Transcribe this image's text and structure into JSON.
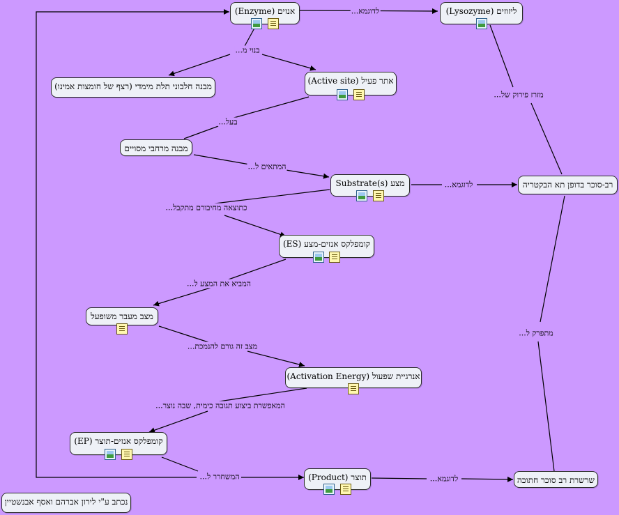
{
  "nodes": {
    "enzyme": "אנזים (Enzyme)",
    "lysozyme": "ליזוזים (Lysozyme)",
    "protein": "מבנה חלבוני תלת מימדי (רצף של חומצות אמינו)",
    "active_site": "אתר פעיל (Active site)",
    "spatial": "מבנה מרחבי מסויים",
    "substrate": "מצע (Substrate(s",
    "bacteria": "רב-סוכר בדופן תא הבקטריה",
    "es_complex": "קומפלקס אנזים-מצע (ES)",
    "transition": "מצב מעבר משופעל",
    "activation": "אנרגיית שפעול (Activation Energy)",
    "ep_complex": "קומפלקס אנזים-תוצר (EP)",
    "product": "תוצר (Product)",
    "short_chain": "שרשרת רב סוכר חתוכה",
    "credit": "נכתב ע\"י לירון אברהם ואסף אבנשטיין"
  },
  "links": {
    "for_example_1": "לדוגמא...",
    "built_from": "בנוי מ...",
    "has": "בעל...",
    "fits_to": "המתאים ל...",
    "result_of_binding": "כתוצאה מחיבורם מתקבל...",
    "brings_substrate": "המביא את המצע ל...",
    "state_causes": "מצב זה גורם להנמכת...",
    "enables_reaction": "המאפשרת ביצוע תגובה כימית, שבה נוצר...",
    "releases": "המשחרר ל...",
    "for_example_2": "לדוגמא...",
    "for_example_3": "לדוגמא...",
    "accelerates_breakdown": "מזרז פירוק של...",
    "breaks_into": "מתפרק ל..."
  },
  "colors": {
    "background": "#cc99ff",
    "node_fill": "#eef1f7",
    "node_border": "#2a2a2a",
    "line": "#000000"
  },
  "icons": {
    "image": "image-icon",
    "note": "note-icon"
  }
}
